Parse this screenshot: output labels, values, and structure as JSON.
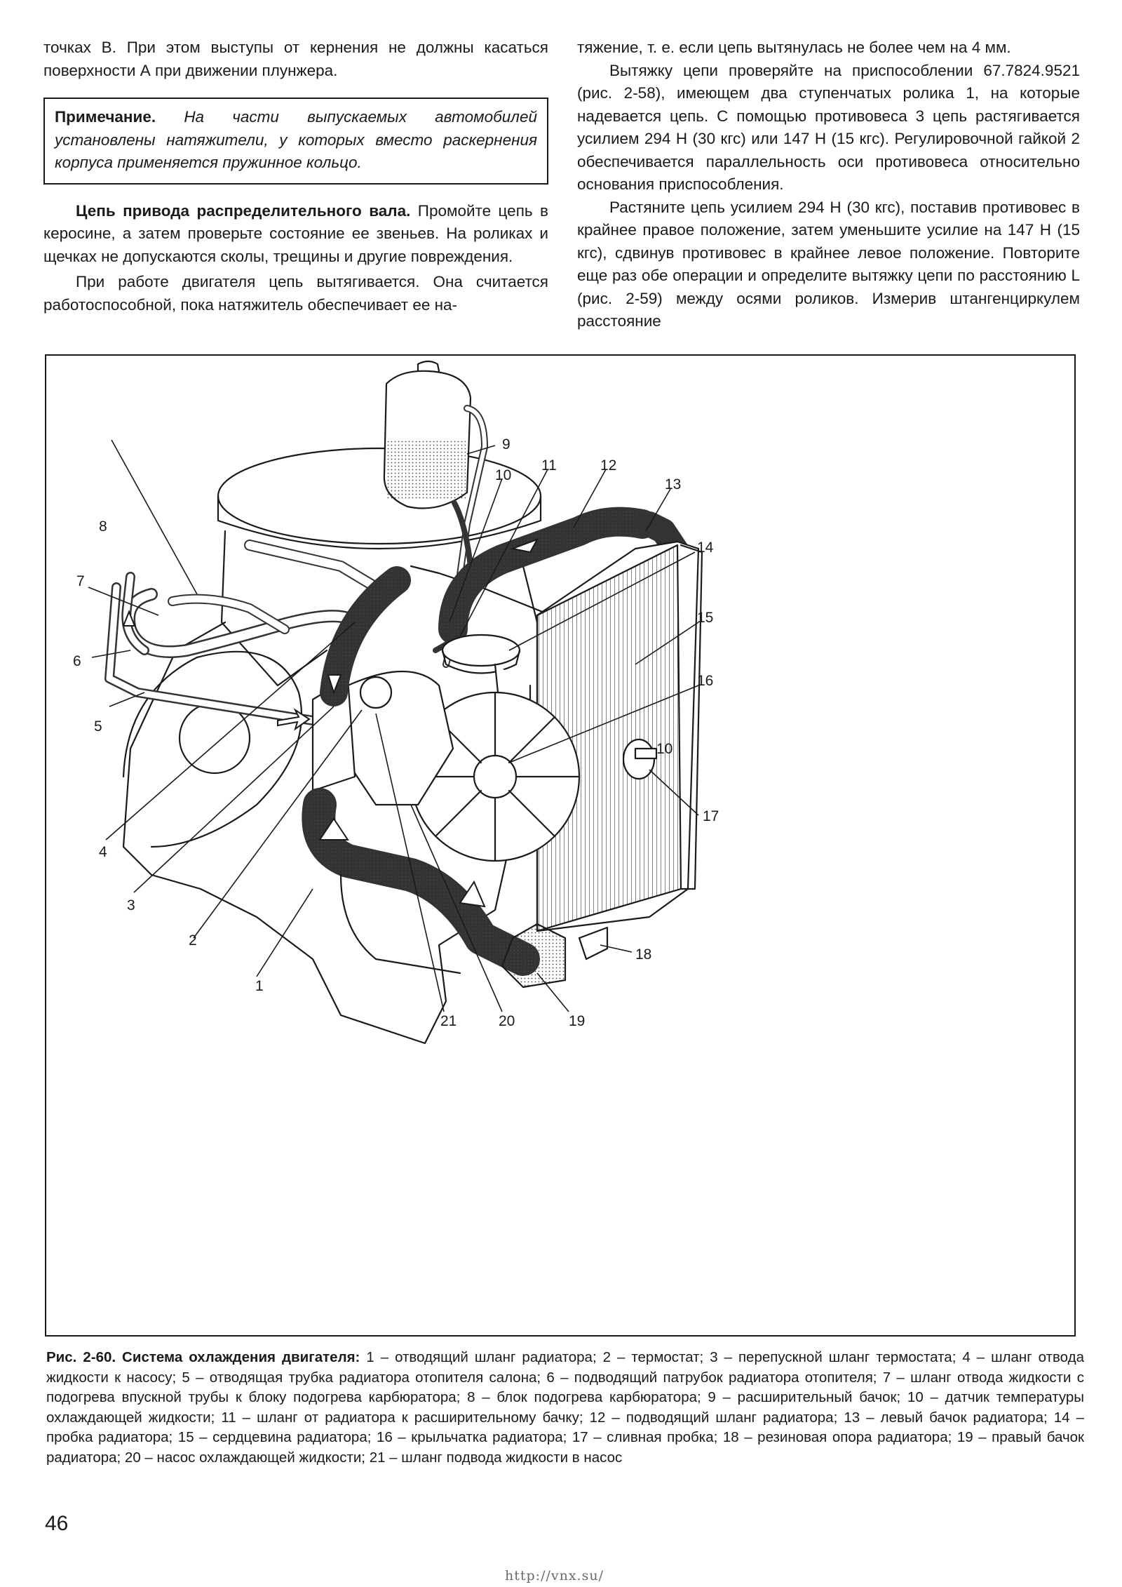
{
  "left_column": {
    "p1": "точках В. При этом выступы от кернения не должны касаться поверхности А при движении плунжера.",
    "note_label": "Примечание.",
    "note_text": "На части выпускаемых автомобилей установлены натяжители, у которых вместо раскернения корпуса применяется пружинное кольцо.",
    "p2_title": "Цепь привода распределительного вала.",
    "p2_text": "Промойте цепь в керосине, а затем проверьте состояние ее звеньев. На роликах и щечках не допускаются сколы, трещины и другие повреждения.",
    "p3": "При работе двигателя цепь вытягивается. Она считается работоспособной, пока натяжитель обеспечивает ее на-"
  },
  "right_column": {
    "p1": "тяжение, т. е. если цепь вытянулась не более чем на 4 мм.",
    "p2": "Вытяжку цепи проверяйте на приспособлении 67.7824.9521 (рис. 2-58), имеющем два ступенчатых ролика 1, на которые надевается цепь. С помощью противовеса 3 цепь растягивается усилием 294 Н (30 кгс) или 147 Н (15 кгс). Регулировочной гайкой 2 обеспечивается параллельность оси противовеса относительно основания приспособления.",
    "p3": "Растяните цепь усилием 294 Н (30 кгс), поставив противовес в крайнее правое положение, затем уменьшите усилие на 147 Н (15 кгс), сдвинув противовес в крайнее левое положение. Повторите еще раз обе операции и определите вытяжку цепи по расстоянию L (рис. 2-59) между осями роликов. Измерив штангенциркулем расстояние"
  },
  "figure": {
    "callouts": {
      "c1": "1",
      "c2": "2",
      "c3": "3",
      "c4": "4",
      "c5": "5",
      "c6": "6",
      "c7": "7",
      "c8": "8",
      "c9": "9",
      "c10": "10",
      "c10b": "10",
      "c11": "11",
      "c12": "12",
      "c13": "13",
      "c14": "14",
      "c15": "15",
      "c16": "16",
      "c17": "17",
      "c18": "18",
      "c19": "19",
      "c20": "20",
      "c21": "21"
    }
  },
  "caption": {
    "label": "Рис. 2-60. Система охлаждения двигателя:",
    "text": "1 – отводящий шланг радиатора; 2 – термостат; 3 – перепускной шланг термостата; 4 – шланг отвода жидкости к насосу; 5 – отводящая трубка радиатора отопителя салона; 6 – подводящий патрубок радиатора отопителя; 7 – шланг отвода жидкости с подогрева впускной трубы к блоку подогрева карбюратора; 8 – блок подогрева карбюратора; 9 – расширительный бачок; 10 – датчик температуры охлаждающей жидкости; 11 – шланг от радиатора к расширительному бачку; 12 – подводящий шланг радиатора; 13 – левый бачок радиатора; 14 – пробка радиатора; 15 – сердцевина радиатора; 16 – крыльчатка радиатора; 17 – сливная пробка; 18 – резиновая опора радиатора; 19 – правый бачок радиатора; 20 – насос охлаждающей жидкости; 21 – шланг подвода жидкости в насос"
  },
  "page_number": "46",
  "footer_url": "http://vnx.su/"
}
